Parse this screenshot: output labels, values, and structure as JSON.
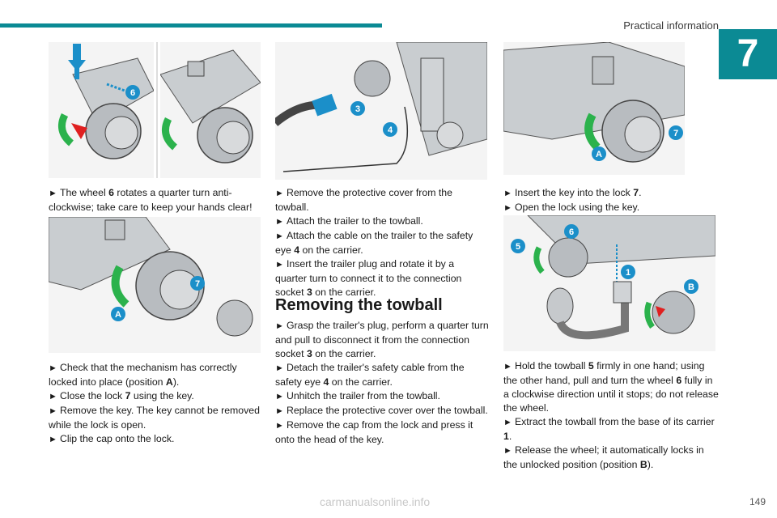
{
  "header": {
    "section": "Practical information",
    "chapter": "7"
  },
  "footer": {
    "page_number": "149",
    "watermark": "carmanualsonline.info"
  },
  "figure_callouts": {
    "three": "3",
    "four": "4",
    "five": "5",
    "six": "6",
    "seven": "7",
    "one": "1",
    "A": "A",
    "B": "B"
  },
  "col1": {
    "p1": [
      {
        "t": "► ",
        "b": false
      },
      {
        "t": "The wheel ",
        "b": false
      },
      {
        "t": "6",
        "b": true
      },
      {
        "t": " rotates a quarter turn anti-clockwise; take care to keep your hands clear!",
        "b": false
      }
    ],
    "p2": [
      [
        {
          "t": "► ",
          "b": false
        },
        {
          "t": "Check that the mechanism has correctly locked into place (position ",
          "b": false
        },
        {
          "t": "A",
          "b": true
        },
        {
          "t": ").",
          "b": false
        }
      ],
      [
        {
          "t": "► ",
          "b": false
        },
        {
          "t": "Close the lock ",
          "b": false
        },
        {
          "t": "7",
          "b": true
        },
        {
          "t": " using the key.",
          "b": false
        }
      ],
      [
        {
          "t": "► ",
          "b": false
        },
        {
          "t": "Remove the key. The key cannot be removed while the lock is open.",
          "b": false
        }
      ],
      [
        {
          "t": "► ",
          "b": false
        },
        {
          "t": "Clip the cap onto the lock.",
          "b": false
        }
      ]
    ]
  },
  "col2": {
    "p1": [
      [
        {
          "t": "► ",
          "b": false
        },
        {
          "t": "Remove the protective cover from the towball.",
          "b": false
        }
      ],
      [
        {
          "t": "► ",
          "b": false
        },
        {
          "t": "Attach the trailer to the towball.",
          "b": false
        }
      ],
      [
        {
          "t": "► ",
          "b": false
        },
        {
          "t": "Attach the cable on the trailer to the safety eye ",
          "b": false
        },
        {
          "t": "4",
          "b": true
        },
        {
          "t": " on the carrier.",
          "b": false
        }
      ],
      [
        {
          "t": "► ",
          "b": false
        },
        {
          "t": "Insert the trailer plug and rotate it by a quarter turn to connect it to the connection socket ",
          "b": false
        },
        {
          "t": "3",
          "b": true
        },
        {
          "t": " on the carrier.",
          "b": false
        }
      ]
    ],
    "heading": "Removing the towball",
    "p2": [
      [
        {
          "t": "► ",
          "b": false
        },
        {
          "t": "Grasp the trailer's plug, perform a quarter turn and pull to disconnect it from the connection socket ",
          "b": false
        },
        {
          "t": "3",
          "b": true
        },
        {
          "t": " on the carrier.",
          "b": false
        }
      ],
      [
        {
          "t": "► ",
          "b": false
        },
        {
          "t": "Detach the trailer's safety cable from the safety eye ",
          "b": false
        },
        {
          "t": "4",
          "b": true
        },
        {
          "t": " on the carrier.",
          "b": false
        }
      ],
      [
        {
          "t": "► ",
          "b": false
        },
        {
          "t": "Unhitch the trailer from the towball.",
          "b": false
        }
      ],
      [
        {
          "t": "► ",
          "b": false
        },
        {
          "t": "Replace the protective cover over the towball.",
          "b": false
        }
      ],
      [
        {
          "t": "► ",
          "b": false
        },
        {
          "t": "Remove the cap from the lock and press it onto the head of the key.",
          "b": false
        }
      ]
    ]
  },
  "col3": {
    "p1": [
      [
        {
          "t": "► ",
          "b": false
        },
        {
          "t": "Insert the key into the lock ",
          "b": false
        },
        {
          "t": "7",
          "b": true
        },
        {
          "t": ".",
          "b": false
        }
      ],
      [
        {
          "t": "► ",
          "b": false
        },
        {
          "t": "Open the lock using the key.",
          "b": false
        }
      ]
    ],
    "p2": [
      [
        {
          "t": "► ",
          "b": false
        },
        {
          "t": "Hold the towball ",
          "b": false
        },
        {
          "t": "5",
          "b": true
        },
        {
          "t": " firmly in one hand; using the other hand, pull and turn the wheel ",
          "b": false
        },
        {
          "t": "6",
          "b": true
        },
        {
          "t": " fully in a clockwise direction until it stops; do not release the wheel.",
          "b": false
        }
      ],
      [
        {
          "t": "► ",
          "b": false
        },
        {
          "t": "Extract the towball from the base of its carrier ",
          "b": false
        },
        {
          "t": "1",
          "b": true
        },
        {
          "t": ".",
          "b": false
        }
      ],
      [
        {
          "t": "► ",
          "b": false
        },
        {
          "t": "Release the wheel; it automatically locks in the unlocked position (position ",
          "b": false
        },
        {
          "t": "B",
          "b": true
        },
        {
          "t": ").",
          "b": false
        }
      ]
    ]
  },
  "colors": {
    "accent": "#0b8a94",
    "callout": "#1b8fc9",
    "green": "#2bb24c",
    "red": "#e02020",
    "metal": "#b8bcc0"
  }
}
